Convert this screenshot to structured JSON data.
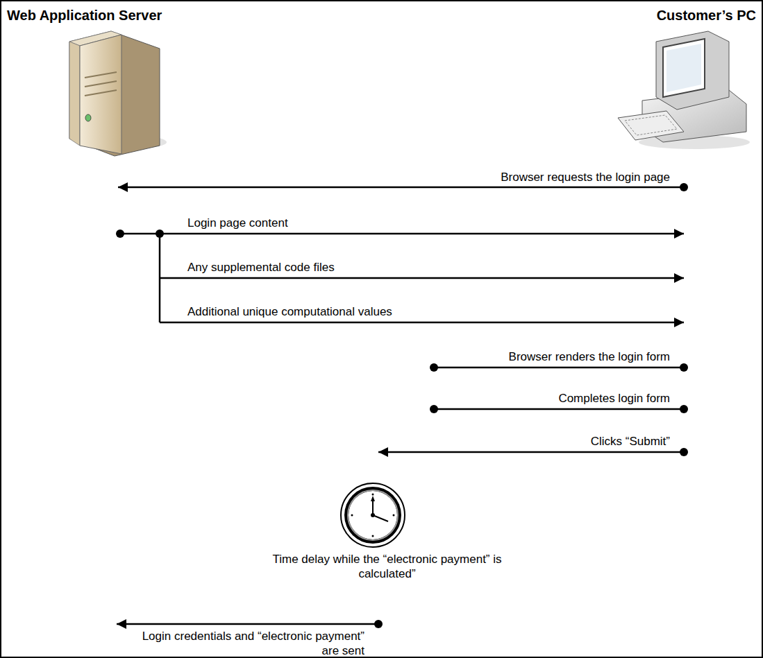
{
  "diagram": {
    "labels": [
      "Web Application Server",
      "Customer’s PC",
      "Browser requests the login page",
      "Login page content",
      "Any supplemental code files",
      "Additional unique computational values",
      "Browser renders the login form",
      "Completes login form",
      "Clicks “Submit”",
      "Time delay while the “electronic payment” is calculated”",
      "Login credentials and “electronic payment” are sent"
    ]
  }
}
